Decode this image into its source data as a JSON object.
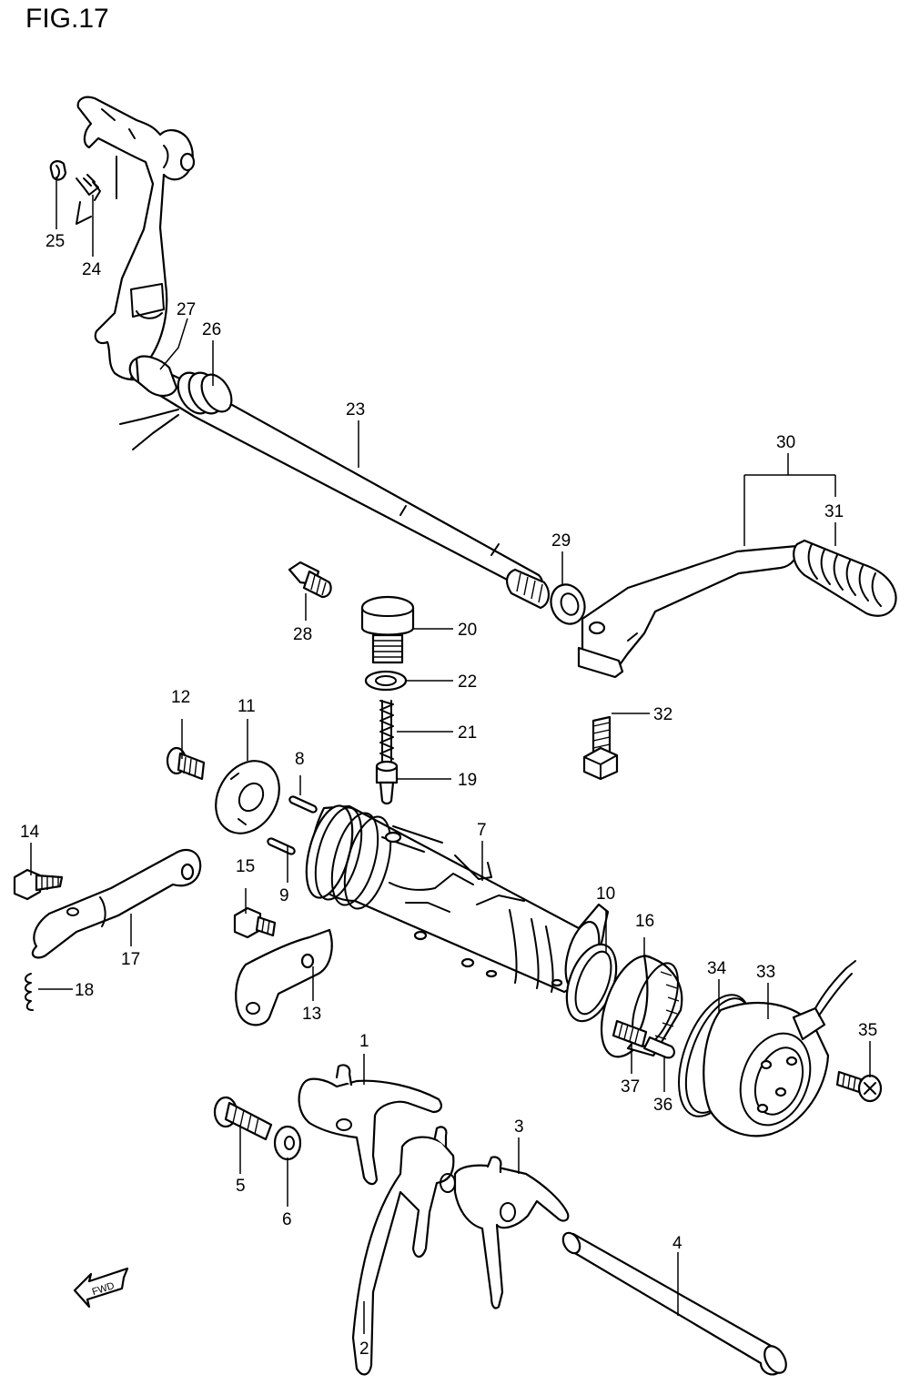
{
  "title": "FIG.17",
  "fwd_label": "FWD",
  "callouts": {
    "p1": "1",
    "p2": "2",
    "p3": "3",
    "p4": "4",
    "p5": "5",
    "p6": "6",
    "p7": "7",
    "p8": "8",
    "p9": "9",
    "p10": "10",
    "p11": "11",
    "p12": "12",
    "p13": "13",
    "p14": "14",
    "p15": "15",
    "p16": "16",
    "p17": "17",
    "p18": "18",
    "p19": "19",
    "p20": "20",
    "p21": "21",
    "p22": "22",
    "p23": "23",
    "p24": "24",
    "p25": "25",
    "p26": "26",
    "p27": "27",
    "p28": "28",
    "p29": "29",
    "p30": "30",
    "p31": "31",
    "p32": "32",
    "p33": "33",
    "p34": "34",
    "p35": "35",
    "p36": "36",
    "p37": "37"
  }
}
